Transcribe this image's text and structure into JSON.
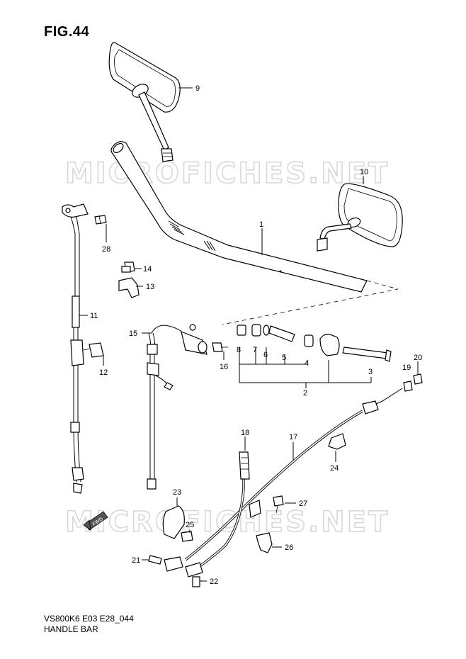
{
  "figure": {
    "title": "FIG.44",
    "code": "VS800K6 E03 E28_044",
    "name": "HANDLE BAR"
  },
  "watermark": {
    "text": "MICROFICHES.NET",
    "fwd_badge": "FWD"
  },
  "callouts": {
    "c1": "1",
    "c2": "2",
    "c3": "3",
    "c4": "4",
    "c5": "5",
    "c6": "6",
    "c7": "7",
    "c8": "8",
    "c9": "9",
    "c10": "10",
    "c11": "11",
    "c12": "12",
    "c13": "13",
    "c14": "14",
    "c15": "15",
    "c16": "16",
    "c17": "17",
    "c18": "18",
    "c19": "19",
    "c20": "20",
    "c21": "21",
    "c22": "22",
    "c23": "23",
    "c24": "24",
    "c25": "25",
    "c26": "26",
    "c27": "27",
    "c28": "28"
  },
  "colors": {
    "ink": "#000000",
    "watermark": "#d8d8d8",
    "background": "#ffffff"
  }
}
